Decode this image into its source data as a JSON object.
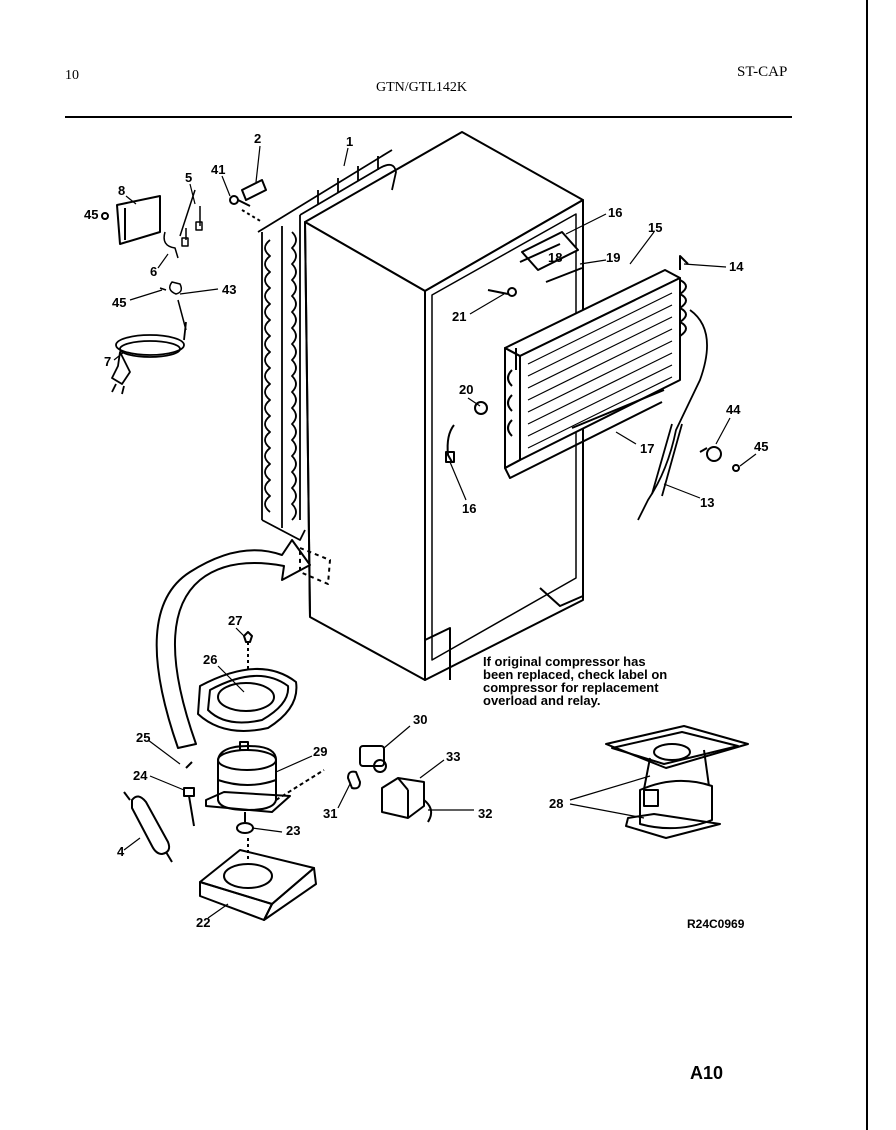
{
  "header": {
    "page_number": "10",
    "model": "GTN/GTL142K",
    "section": "ST-CAP"
  },
  "note_lines": [
    "If original compressor has",
    "been replaced, check label on",
    "compressor for replacement",
    "overload and relay."
  ],
  "drawing_code": "R24C0969",
  "page_id": "A10",
  "callouts": [
    "1",
    "2",
    "4",
    "5",
    "6",
    "7",
    "8",
    "13",
    "14",
    "15",
    "16",
    "16",
    "17",
    "18",
    "19",
    "20",
    "21",
    "22",
    "23",
    "24",
    "25",
    "26",
    "27",
    "28",
    "29",
    "30",
    "31",
    "32",
    "33",
    "41",
    "43",
    "44",
    "45",
    "45",
    "45"
  ]
}
